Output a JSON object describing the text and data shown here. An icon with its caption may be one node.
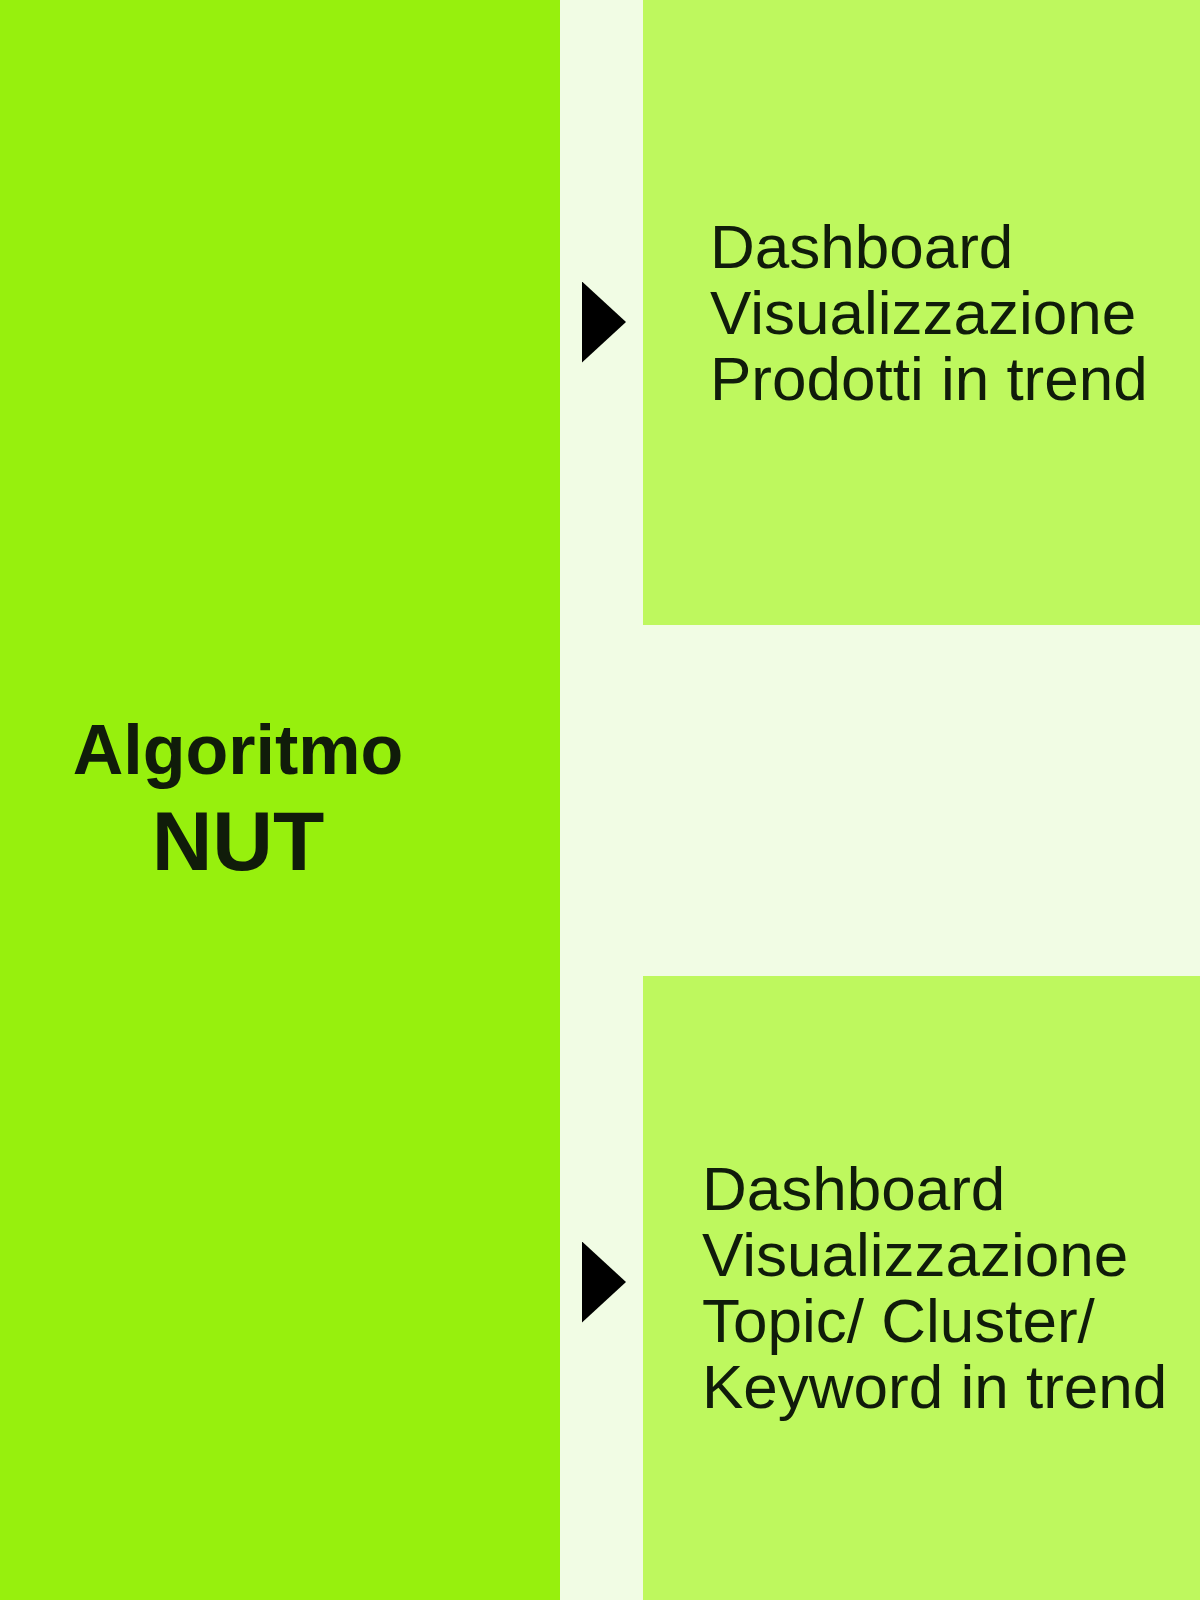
{
  "diagram": {
    "nodes": [
      {
        "text": [
          "Algoritmo",
          "NUT"
        ]
      },
      {
        "text": [
          "Dashboard Visualizzazione Prodotti in trend"
        ]
      },
      {
        "text": [
          "Dashboard Visualizzazione Topic/ Cluster/ Keyword in trend"
        ]
      }
    ],
    "edges": [
      {
        "from": 0,
        "to": 1,
        "arrow": "to"
      },
      {
        "from": 0,
        "to": 2,
        "arrow": "to"
      }
    ]
  }
}
